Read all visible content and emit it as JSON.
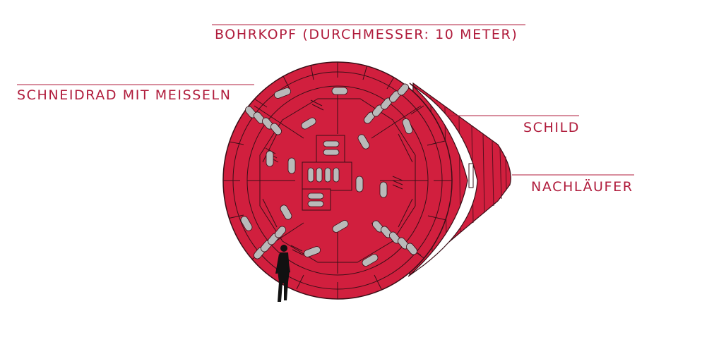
{
  "labels": {
    "bohrkopf": "BOHRKOPF (DURCHMESSER: 10 METER)",
    "schneidrad": "SCHNEIDRAD MIT MEISSELN",
    "schild": "SCHILD",
    "nachlaufer": "NACHLÄUFER"
  },
  "colors": {
    "label": "#b01c3c",
    "body_red": "#d11f3e",
    "outline": "#3a0f17",
    "cutter": "#b9b9b9",
    "shield": "#ffffff",
    "person": "#111111"
  },
  "icons": {
    "person": "human-silhouette-icon"
  }
}
